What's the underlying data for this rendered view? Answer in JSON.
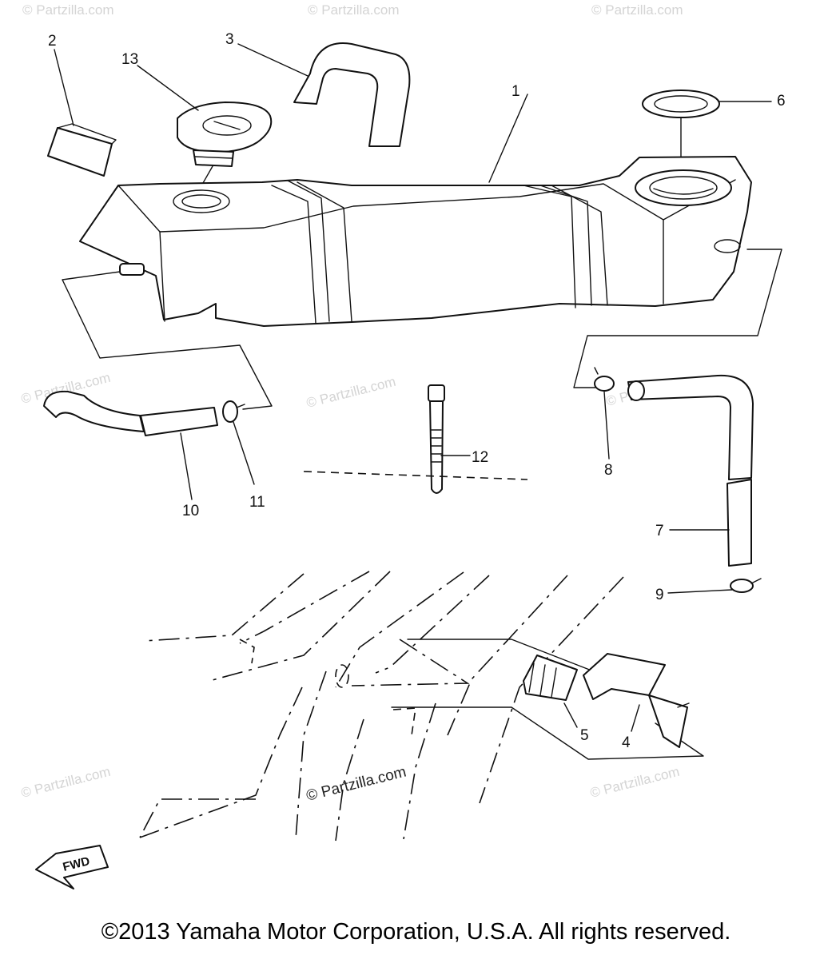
{
  "callouts": [
    {
      "id": "1",
      "label": "1"
    },
    {
      "id": "2",
      "label": "2"
    },
    {
      "id": "3",
      "label": "3"
    },
    {
      "id": "4",
      "label": "4"
    },
    {
      "id": "5",
      "label": "5"
    },
    {
      "id": "6",
      "label": "6"
    },
    {
      "id": "7",
      "label": "7"
    },
    {
      "id": "8",
      "label": "8"
    },
    {
      "id": "9",
      "label": "9"
    },
    {
      "id": "10",
      "label": "10"
    },
    {
      "id": "11",
      "label": "11"
    },
    {
      "id": "12",
      "label": "12"
    },
    {
      "id": "13",
      "label": "13"
    }
  ],
  "watermark": "© Partzilla.com",
  "fwd_label": "FWD",
  "copyright": "©2013 Yamaha Motor Corporation, U.S.A. All rights reserved."
}
